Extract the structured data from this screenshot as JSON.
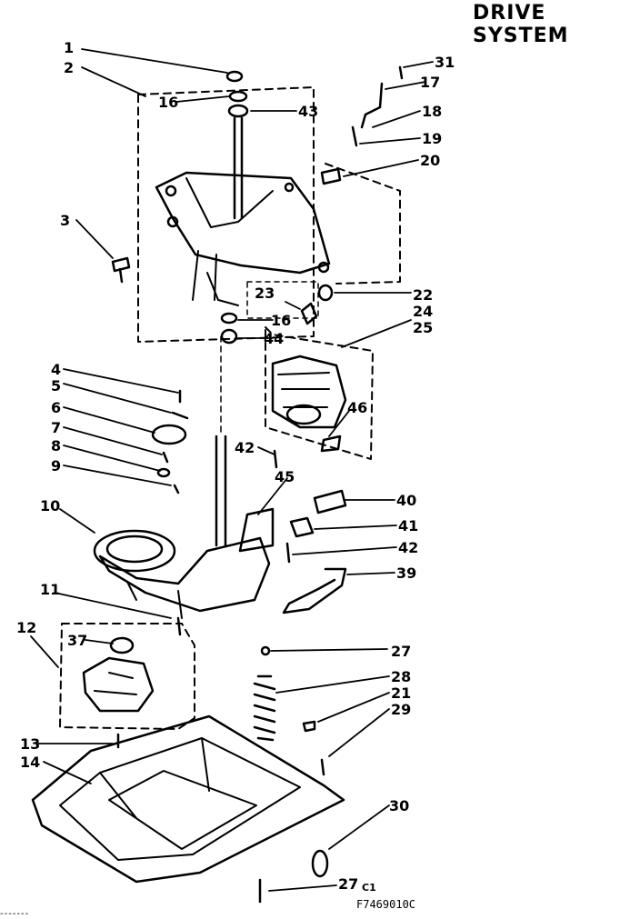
{
  "header": {
    "title": "DRIVE SYSTEM"
  },
  "caption": {
    "code": "F7469010C",
    "left_mark": "-------"
  },
  "labels": {
    "l1": "1",
    "l2": "2",
    "l3": "3",
    "l4": "4",
    "l5": "5",
    "l6": "6",
    "l7": "7",
    "l8": "8",
    "l9": "9",
    "l10": "10",
    "l11": "11",
    "l12": "12",
    "l13": "13",
    "l14": "14",
    "l16a": "16",
    "l16b": "16",
    "l17": "17",
    "l18": "18",
    "l19": "19",
    "l20": "20",
    "l21": "21",
    "l22": "22",
    "l23": "23",
    "l24": "24",
    "l25": "25",
    "l27a": "27",
    "l27b": "27",
    "l27c": "C1",
    "l28": "28",
    "l29": "29",
    "l30": "30",
    "l31": "31",
    "l37": "37",
    "l39": "39",
    "l40": "40",
    "l41": "41",
    "l42a": "42",
    "l42b": "42",
    "l43": "43",
    "l44": "44",
    "l45": "45",
    "l46": "46"
  }
}
